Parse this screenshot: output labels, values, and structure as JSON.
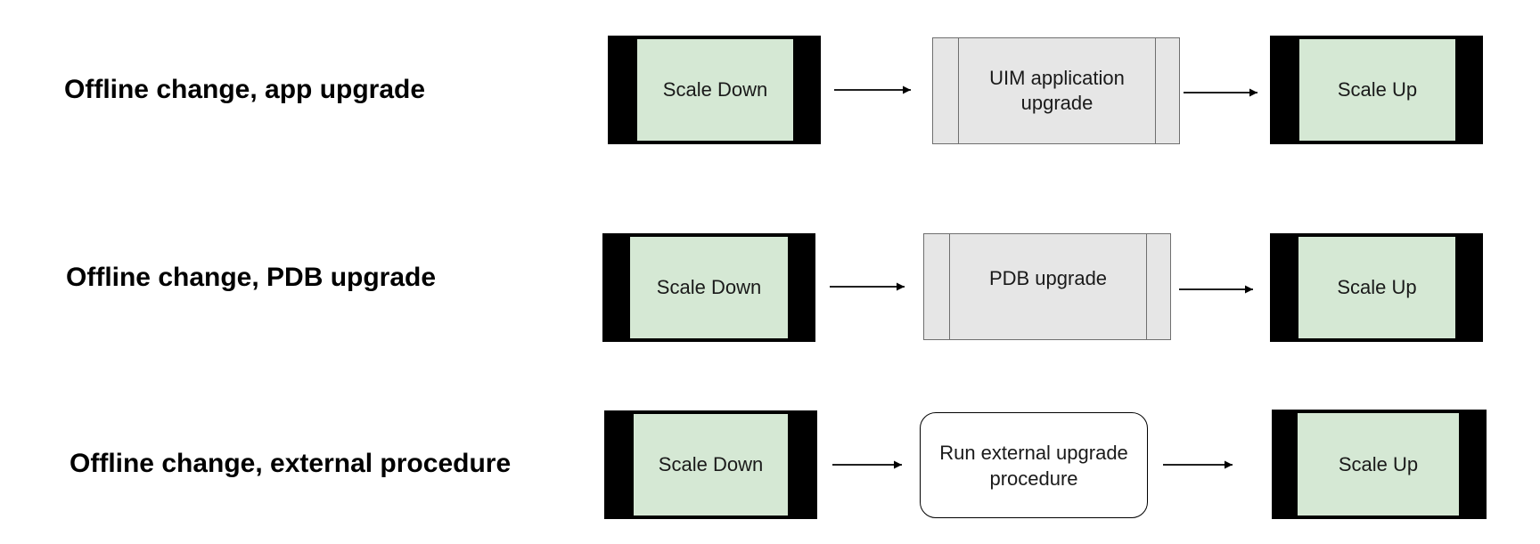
{
  "rows": [
    {
      "label": "Offline change, app upgrade",
      "start": "Scale Down",
      "middle": "UIM application upgrade",
      "end": "Scale Up"
    },
    {
      "label": "Offline change, PDB upgrade",
      "start": "Scale Down",
      "middle": "PDB upgrade",
      "end": "Scale Up"
    },
    {
      "label": "Offline change, external procedure",
      "start": "Scale Down",
      "middle": "Run external upgrade procedure",
      "end": "Scale Up"
    }
  ],
  "colors": {
    "scale_box_fill": "#d5e8d4",
    "scale_box_border": "#000000",
    "process_fill": "#e6e6e6",
    "process_border": "#6f6f6f",
    "arrow": "#000000"
  }
}
